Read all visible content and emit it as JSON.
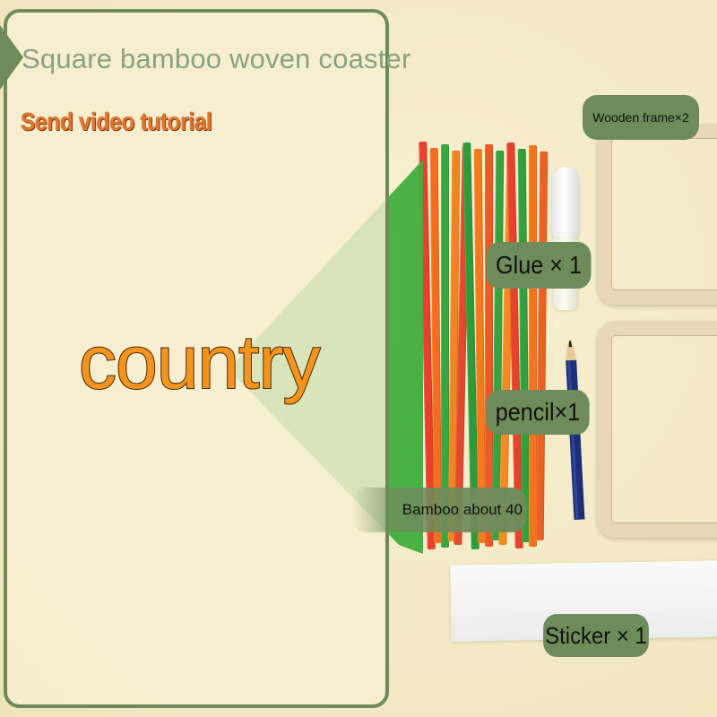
{
  "panel": {
    "title": "Square bamboo woven coaster",
    "subtitle": "Send video tutorial",
    "overlay_text": "country"
  },
  "tags": {
    "wooden_frame": "Wooden frame×2",
    "glue": "Glue × 1",
    "pencil": "pencil×1",
    "bamboo": "Bamboo about 40",
    "sticker": "Sticker × 1"
  },
  "colors": {
    "panel_border": "#6e8c5a",
    "title": "#8aa284",
    "subtitle": "#e0762a",
    "overlay_text": "#f2941e",
    "beam_green": "#3fae3c",
    "background": "#f5ecc8"
  },
  "bamboo_strip_colors": [
    "#e8402a",
    "#f36f1e",
    "#3aa640",
    "#f0851f",
    "#e14a2c",
    "#2f9a3a",
    "#f47a1c",
    "#ec5a26",
    "#38a23e",
    "#f38a22",
    "#e5432b",
    "#32a03c",
    "#f5751c",
    "#ea6124"
  ]
}
